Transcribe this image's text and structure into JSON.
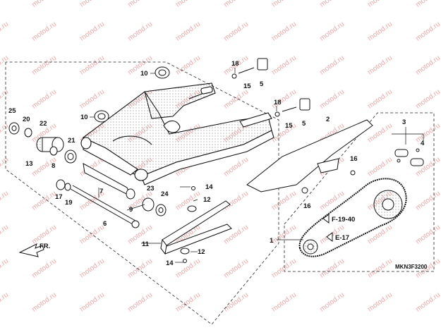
{
  "watermark": "motod.ru",
  "diagram_code": "MKN3F3200",
  "direction_label": "FR.",
  "references": {
    "f19_40": "F-19-40",
    "e17": "E-17"
  },
  "callouts": {
    "c1": "1",
    "c2": "2",
    "c3": "3",
    "c4": "4",
    "c5a": "5",
    "c5b": "5",
    "c6": "6",
    "c7": "7",
    "c8": "8",
    "c9": "9",
    "c10a": "10",
    "c10b": "10",
    "c11": "11",
    "c12a": "12",
    "c12b": "12",
    "c13": "13",
    "c14a": "14",
    "c14b": "14",
    "c15a": "15",
    "c15b": "15",
    "c16a": "16",
    "c16b": "16",
    "c17": "17",
    "c18a": "18",
    "c18b": "18",
    "c19": "19",
    "c20": "20",
    "c21": "21",
    "c22": "22",
    "c23": "23",
    "c24": "24",
    "c25": "25"
  }
}
